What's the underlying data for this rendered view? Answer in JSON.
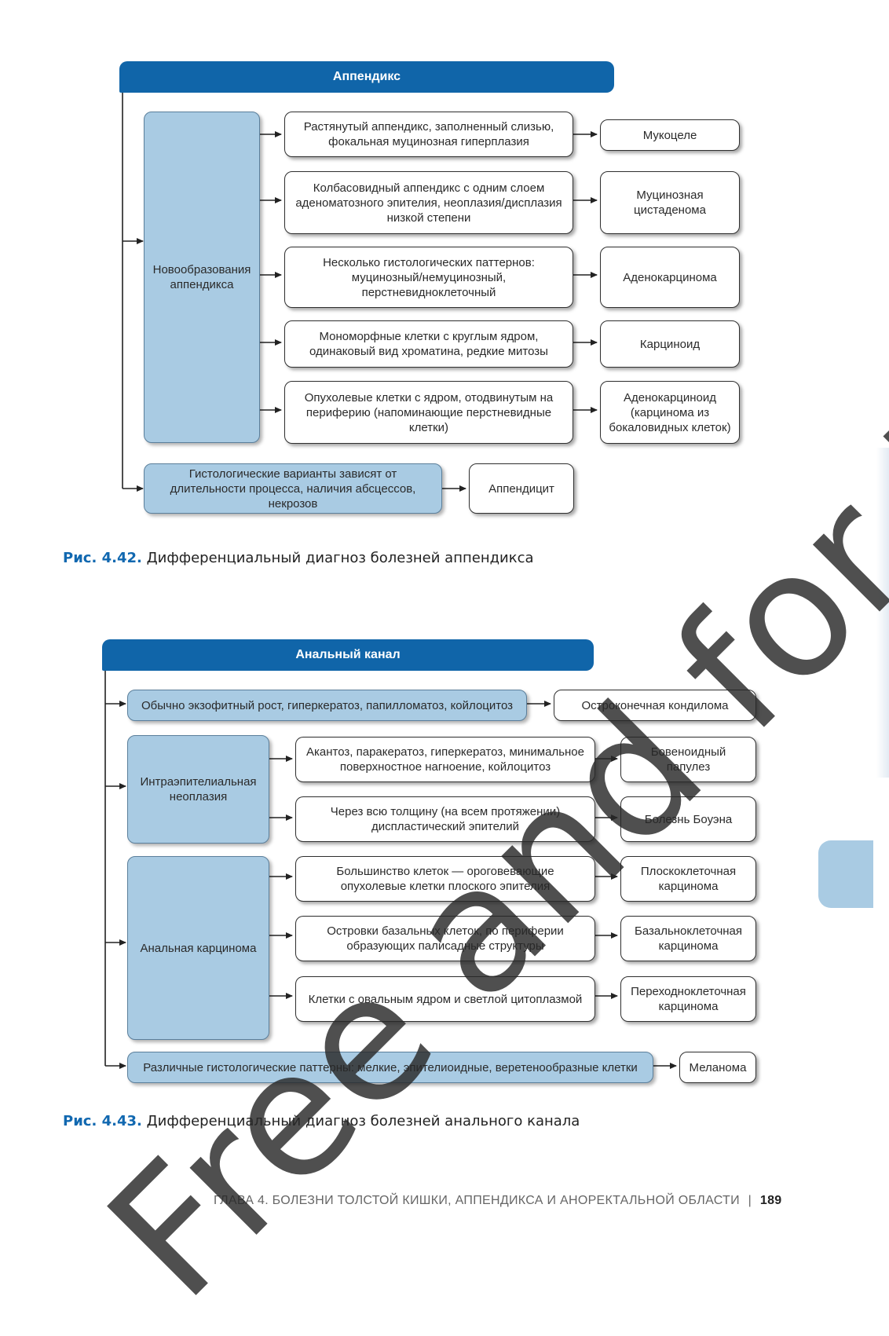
{
  "diagram1": {
    "header": "Аппендикс",
    "left_main": "Новообразования аппендикса",
    "rows": [
      {
        "desc": "Растянутый аппендикс, заполненный слизью, фокальная муцинозная гиперплазия",
        "result": "Мукоцеле"
      },
      {
        "desc": "Колбасовидный аппендикс с одним слоем аденоматозного эпителия, неоплазия/дисплазия низкой степени",
        "result": "Муцинозная цистаденома"
      },
      {
        "desc": "Несколько гистологических паттернов: муцинозный/немуцинозный, перстневидноклеточный",
        "result": "Аденокарцинома"
      },
      {
        "desc": "Мономорфные клетки с круглым ядром, одинаковый вид хроматина, редкие митозы",
        "result": "Карциноид"
      },
      {
        "desc": "Опухолевые клетки с ядром, отодвинутым на периферию (напоминающие перстневидные клетки)",
        "result": "Аденокарциноид (карцинома из бокаловидных клеток)"
      }
    ],
    "bottom": {
      "desc": "Гистологические варианты зависят от длительности процесса, наличия абсцессов, некрозов",
      "result": "Аппендицит"
    },
    "caption_num": "Рис. 4.42.",
    "caption_text": "Дифференциальный диагноз болезней аппендикса"
  },
  "diagram2": {
    "header": "Анальный канал",
    "top": {
      "desc": "Обычно экзофитный рост, гиперкератоз, папилломатоз, койлоцитоз",
      "result": "Остроконечная кондилома"
    },
    "group1": {
      "label": "Интраэпителиальная неоплазия",
      "rows": [
        {
          "desc": "Акантоз, паракератоз, гиперкератоз, минимальное поверхностное нагноение, койлоцитоз",
          "result": "Бовеноидный папулез"
        },
        {
          "desc": "Через всю толщину (на всем протяжении) диспластический эпителий",
          "result": "Болезнь Боуэна"
        }
      ]
    },
    "group2": {
      "label": "Анальная карцинома",
      "rows": [
        {
          "desc": "Большинство клеток — ороговевающие опухолевые клетки плоского эпителия",
          "result": "Плоскоклеточная карцинома"
        },
        {
          "desc": "Островки базальных клеток, по периферии образующих палисадные структуры",
          "result": "Базальноклеточная карцинома"
        },
        {
          "desc": "Клетки с овальным ядром и светлой цитоплазмой",
          "result": "Переходноклеточная карцинома"
        }
      ]
    },
    "bottom": {
      "desc": "Различные гистологические паттерны: мелкие, эпителиоидные, веретенообразные клетки",
      "result": "Меланома"
    },
    "caption_num": "Рис. 4.43.",
    "caption_text": "Дифференциальный диагноз болезней анального канала"
  },
  "footer": {
    "chapter": "ГЛАВА 4. БОЛЕЗНИ ТОЛСТОЙ КИШКИ, АППЕНДИКСА И АНОРЕКТАЛЬНОЙ ОБЛАСТИ",
    "separator": "|",
    "page": "189"
  },
  "watermark": "Free and for trial only",
  "colors": {
    "header": "#1065a9",
    "blue_box": "#a9cbe3",
    "caption_accent": "#1168b0"
  }
}
